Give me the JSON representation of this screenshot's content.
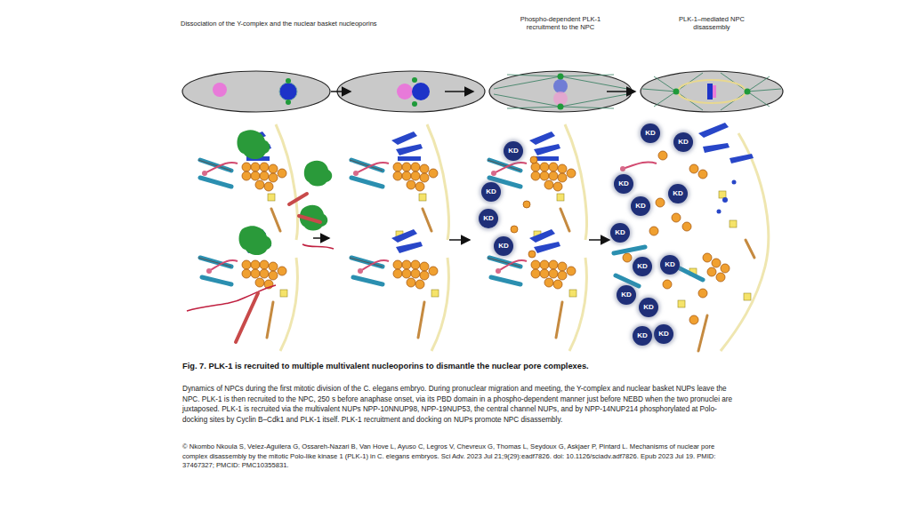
{
  "diagram": {
    "title": "Fig. 7. PLK-1 is recruited to multiple multivalent nucleoporins to dismantle the nuclear pore complexes.",
    "caption": "Dynamics of NPCs during the first mitotic division of the C. elegans embryo. During pronuclear migration and meeting, the Y-complex and nuclear basket NUPs leave the NPC. PLK-1 is then recruited to the NPC, 250 s before anaphase onset, via its PBD domain in a phospho-dependent manner just before NEBD when the two pronuclei are juxtaposed. PLK-1 is recruited via the multivalent NUPs NPP-10NNUP98, NPP-19NUP53, the central channel NUPs, and by NPP-14NUP214 phosphorylated at Polo-docking sites by Cyclin B–Cdk1 and PLK-1 itself. PLK-1 recruitment and docking on NUPs promote NPC disassembly.",
    "nodes": [
      {
        "text": [
          "KD"
        ]
      },
      {
        "text": [
          "KD"
        ]
      },
      {
        "text": [
          "KD"
        ]
      },
      {
        "text": [
          "KD"
        ]
      },
      {
        "text": [
          "KD"
        ]
      },
      {
        "text": [
          "KD"
        ]
      },
      {
        "text": [
          "KD"
        ]
      },
      {
        "text": [
          "KD"
        ]
      },
      {
        "text": [
          "KD"
        ]
      },
      {
        "text": [
          "KD"
        ]
      },
      {
        "text": [
          "KD"
        ]
      },
      {
        "text": [
          "KD"
        ]
      },
      {
        "text": [
          "KD"
        ]
      },
      {
        "text": [
          "KD"
        ]
      },
      {
        "text": [
          "KD"
        ]
      },
      {
        "text": [
          "KD"
        ]
      }
    ],
    "labels": [
      "Dissociation of the Y-complex and the nuclear basket nucleoporins",
      "Phospho-dependent PLK-1 recruitment to the NPC",
      "PLK-1–mediated NPC disassembly",
      "© Nkombo Nkoula S, Velez-Aguilera G, Ossareh-Nazari B, Van Hove L, Ayuso C, Legros V, Chevreux G, Thomas L, Seydoux G, Askjaer P, Pintard L. Mechanisms of nuclear pore complex disassembly by the mitotic Polo-like kinase 1 (PLK-1) in C. elegans embryos. Sci Adv. 2023 Jul 21;9(29):eadf7826. doi: 10.1126/sciadv.adf7826. Epub 2023 Jul 19. PMID: 37467327; PMCID: PMC10355831."
    ]
  }
}
